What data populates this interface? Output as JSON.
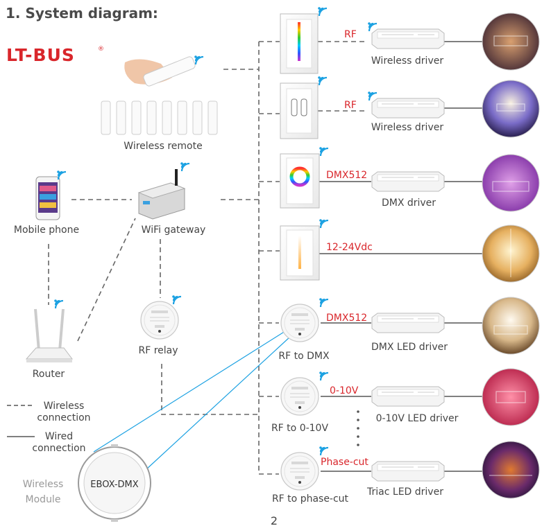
{
  "heading": "1. System diagram:",
  "brand": {
    "logo_text": "LT-BUS",
    "registered": "®",
    "color": "#d9262b"
  },
  "devices": {
    "wireless_remote": "Wireless remote",
    "mobile_phone": "Mobile phone",
    "wifi_gateway": "WiFi gateway",
    "router": "Router",
    "rf_relay": "RF relay",
    "wireless_module": "Wireless\nModule",
    "ebox_dmx": "EBOX-DMX",
    "rf_to_dmx": "RF to DMX",
    "rf_to_0_10v": "RF to 0-10V",
    "rf_to_phase_cut": "RF to phase-cut"
  },
  "legend": {
    "wireless": "Wireless\nconnection",
    "wired": "Wired\nconnection"
  },
  "signals": [
    "RF",
    "RF",
    "DMX512",
    "12-24Vdc",
    "DMX512",
    "0-10V",
    "Phase-cut"
  ],
  "drivers": [
    "Wireless driver",
    "Wireless driver",
    "DMX driver",
    "",
    "DMX LED driver",
    "0-10V LED driver",
    "Triac LED driver"
  ],
  "page_number": "2",
  "colors": {
    "signal_red": "#d9262b",
    "wireless_blue": "#1ba1e2",
    "line_gray": "#666666"
  }
}
